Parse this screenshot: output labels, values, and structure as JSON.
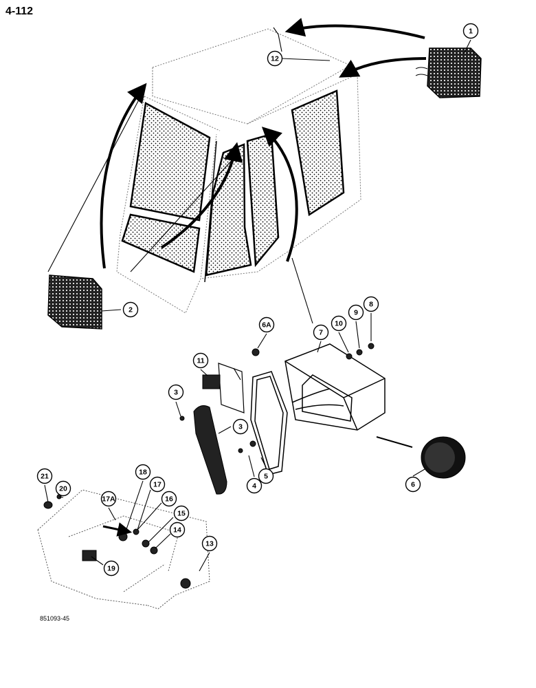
{
  "page_number": "4-112",
  "figure_code": "851093-45",
  "callouts": [
    {
      "label": "1"
    },
    {
      "label": "2"
    },
    {
      "label": "3"
    },
    {
      "label": "3"
    },
    {
      "label": "4"
    },
    {
      "label": "5"
    },
    {
      "label": "6"
    },
    {
      "label": "6A"
    },
    {
      "label": "7"
    },
    {
      "label": "8"
    },
    {
      "label": "9"
    },
    {
      "label": "10"
    },
    {
      "label": "11"
    },
    {
      "label": "12"
    },
    {
      "label": "13"
    },
    {
      "label": "14"
    },
    {
      "label": "15"
    },
    {
      "label": "16"
    },
    {
      "label": "17"
    },
    {
      "label": "17A"
    },
    {
      "label": "18"
    },
    {
      "label": "19"
    },
    {
      "label": "20"
    },
    {
      "label": "21"
    }
  ]
}
